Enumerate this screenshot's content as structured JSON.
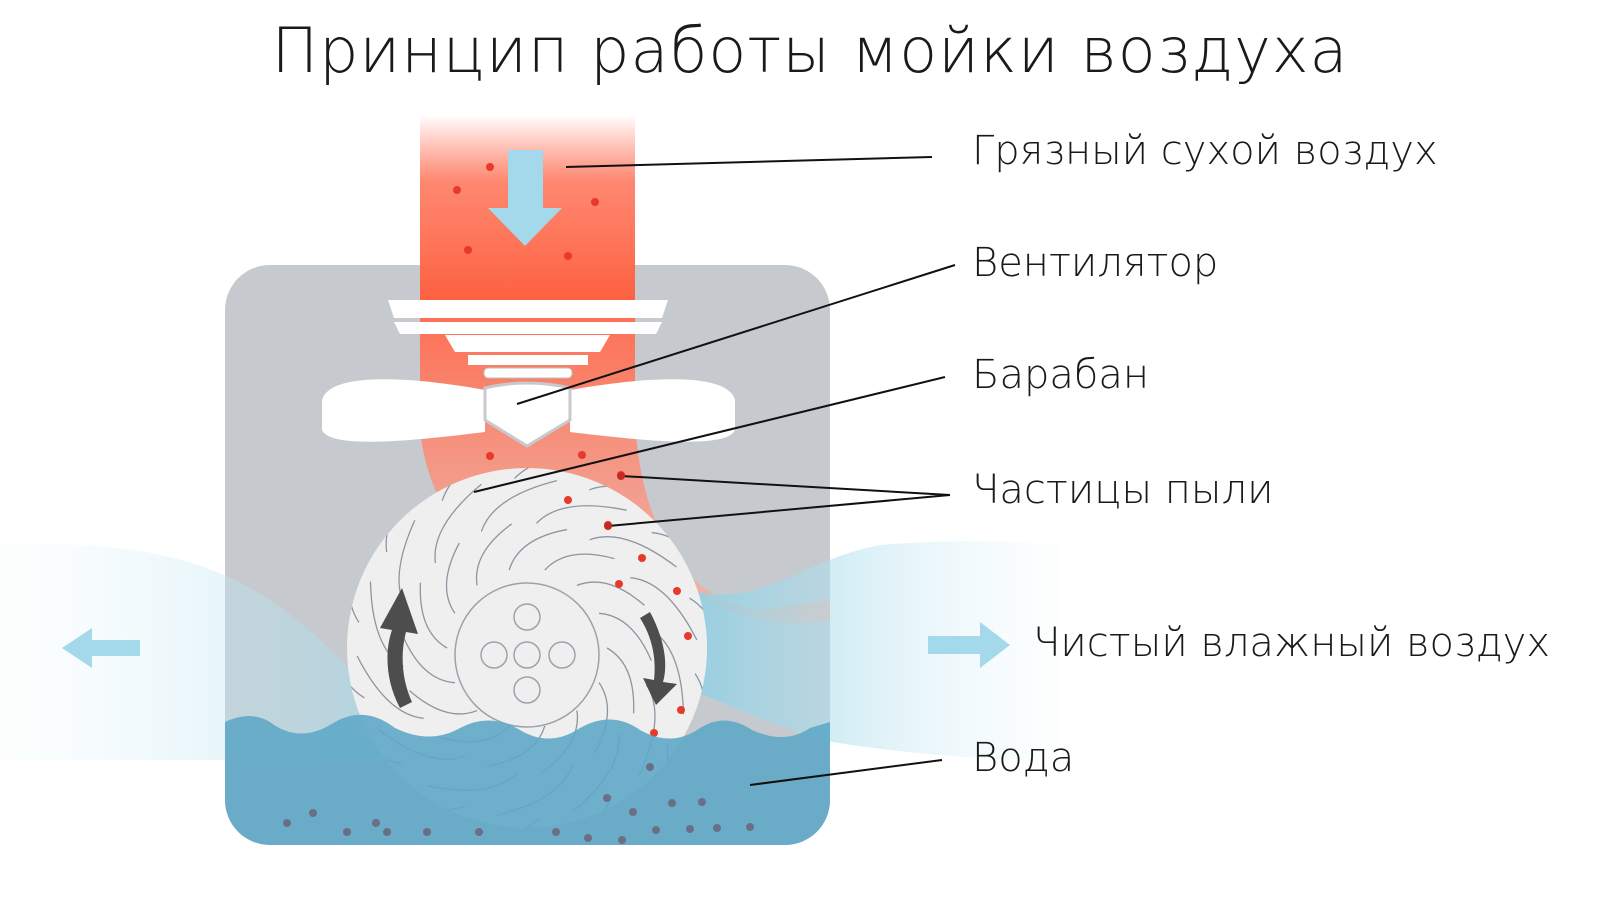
{
  "title": "Принцип работы мойки воздуха",
  "labels": {
    "dirty_air": "Грязный сухой воздух",
    "fan": "Вентилятор",
    "drum": "Барабан",
    "dust": "Частицы пыли",
    "clean_air": "Чистый влажный воздух",
    "water": "Вода"
  },
  "colors": {
    "housing": "#c6cace",
    "water": "#5fa9c7",
    "dirty_air": "#fe6a4d",
    "clean_air": "#8fd0e6",
    "dust": "#e8392b",
    "sediment": "#6a6f85",
    "arrow_dark": "#4d4d4d"
  }
}
